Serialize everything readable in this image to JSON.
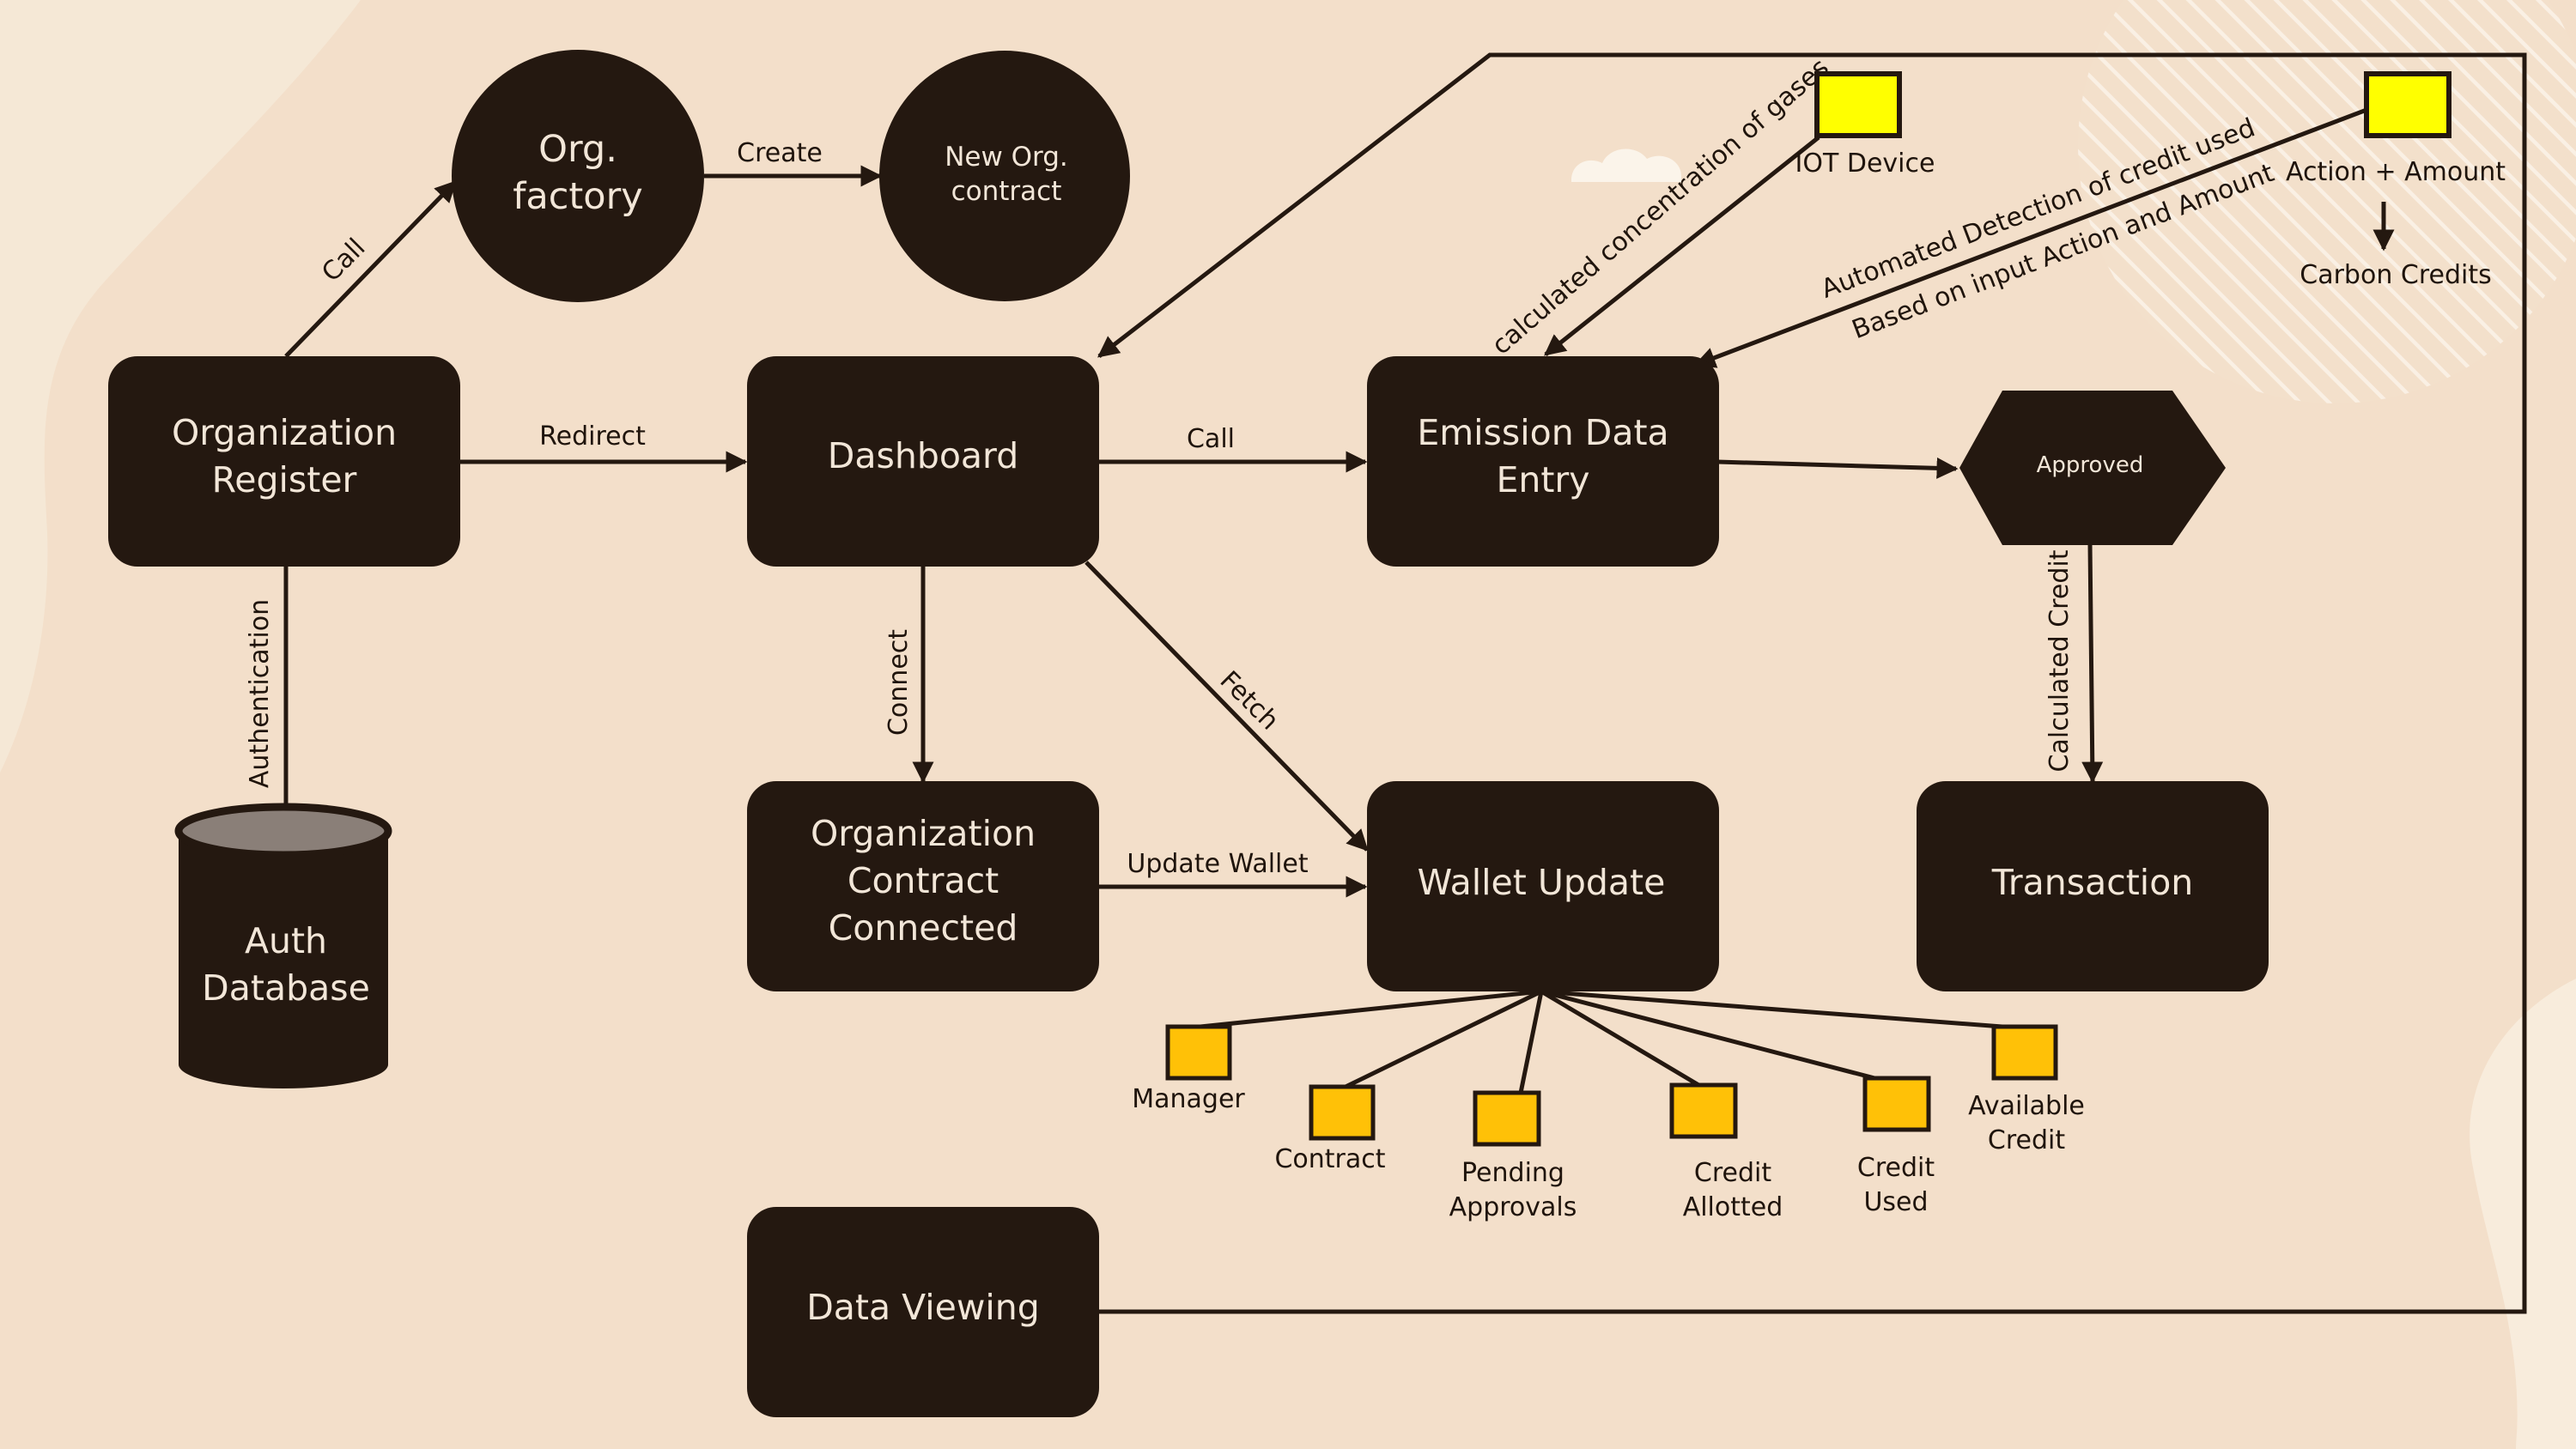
{
  "colors": {
    "background": "#f5e8d6",
    "node_fill": "#241810",
    "node_text": "#f2e6d8",
    "sensor_fill": "#ffc107",
    "device_fill": "#ffff00",
    "database_top": "#8a7f78"
  },
  "nodes": {
    "org_register": "Organization\nRegister",
    "org_factory": "Org.\nfactory",
    "new_org_contract": "New Org.\ncontract",
    "dashboard": "Dashboard",
    "emission_entry": "Emission Data\nEntry",
    "approved": "Approved",
    "auth_db": "Auth\nDatabase",
    "org_contract_connected": "Organization\nContract\nConnected",
    "wallet_update": "Wallet Update",
    "transaction": "Transaction",
    "data_viewing": "Data Viewing"
  },
  "edges": {
    "call_factory": "Call",
    "create": "Create",
    "redirect": "Redirect",
    "call_emission": "Call",
    "authentication": "Authentication",
    "connect": "Connect",
    "fetch": "Fetch",
    "update_wallet": "Update Wallet",
    "calculated_credit": "Calculated Credit",
    "calc_gases": "calculated concentration of gases",
    "auto_detect_1": "Automated Detection of credit used",
    "auto_detect_2": "Based on input Action and Amount"
  },
  "devices": {
    "iot": "IOT Device",
    "action_amount": "Action + Amount",
    "carbon_credits": "Carbon Credits"
  },
  "wallet_fields": {
    "manager": "Manager",
    "contract": "Contract",
    "pending_approvals": "Pending\nApprovals",
    "credit_allotted": "Credit\nAllotted",
    "credit_used": "Credit\nUsed",
    "available_credit": "Available\nCredit"
  }
}
